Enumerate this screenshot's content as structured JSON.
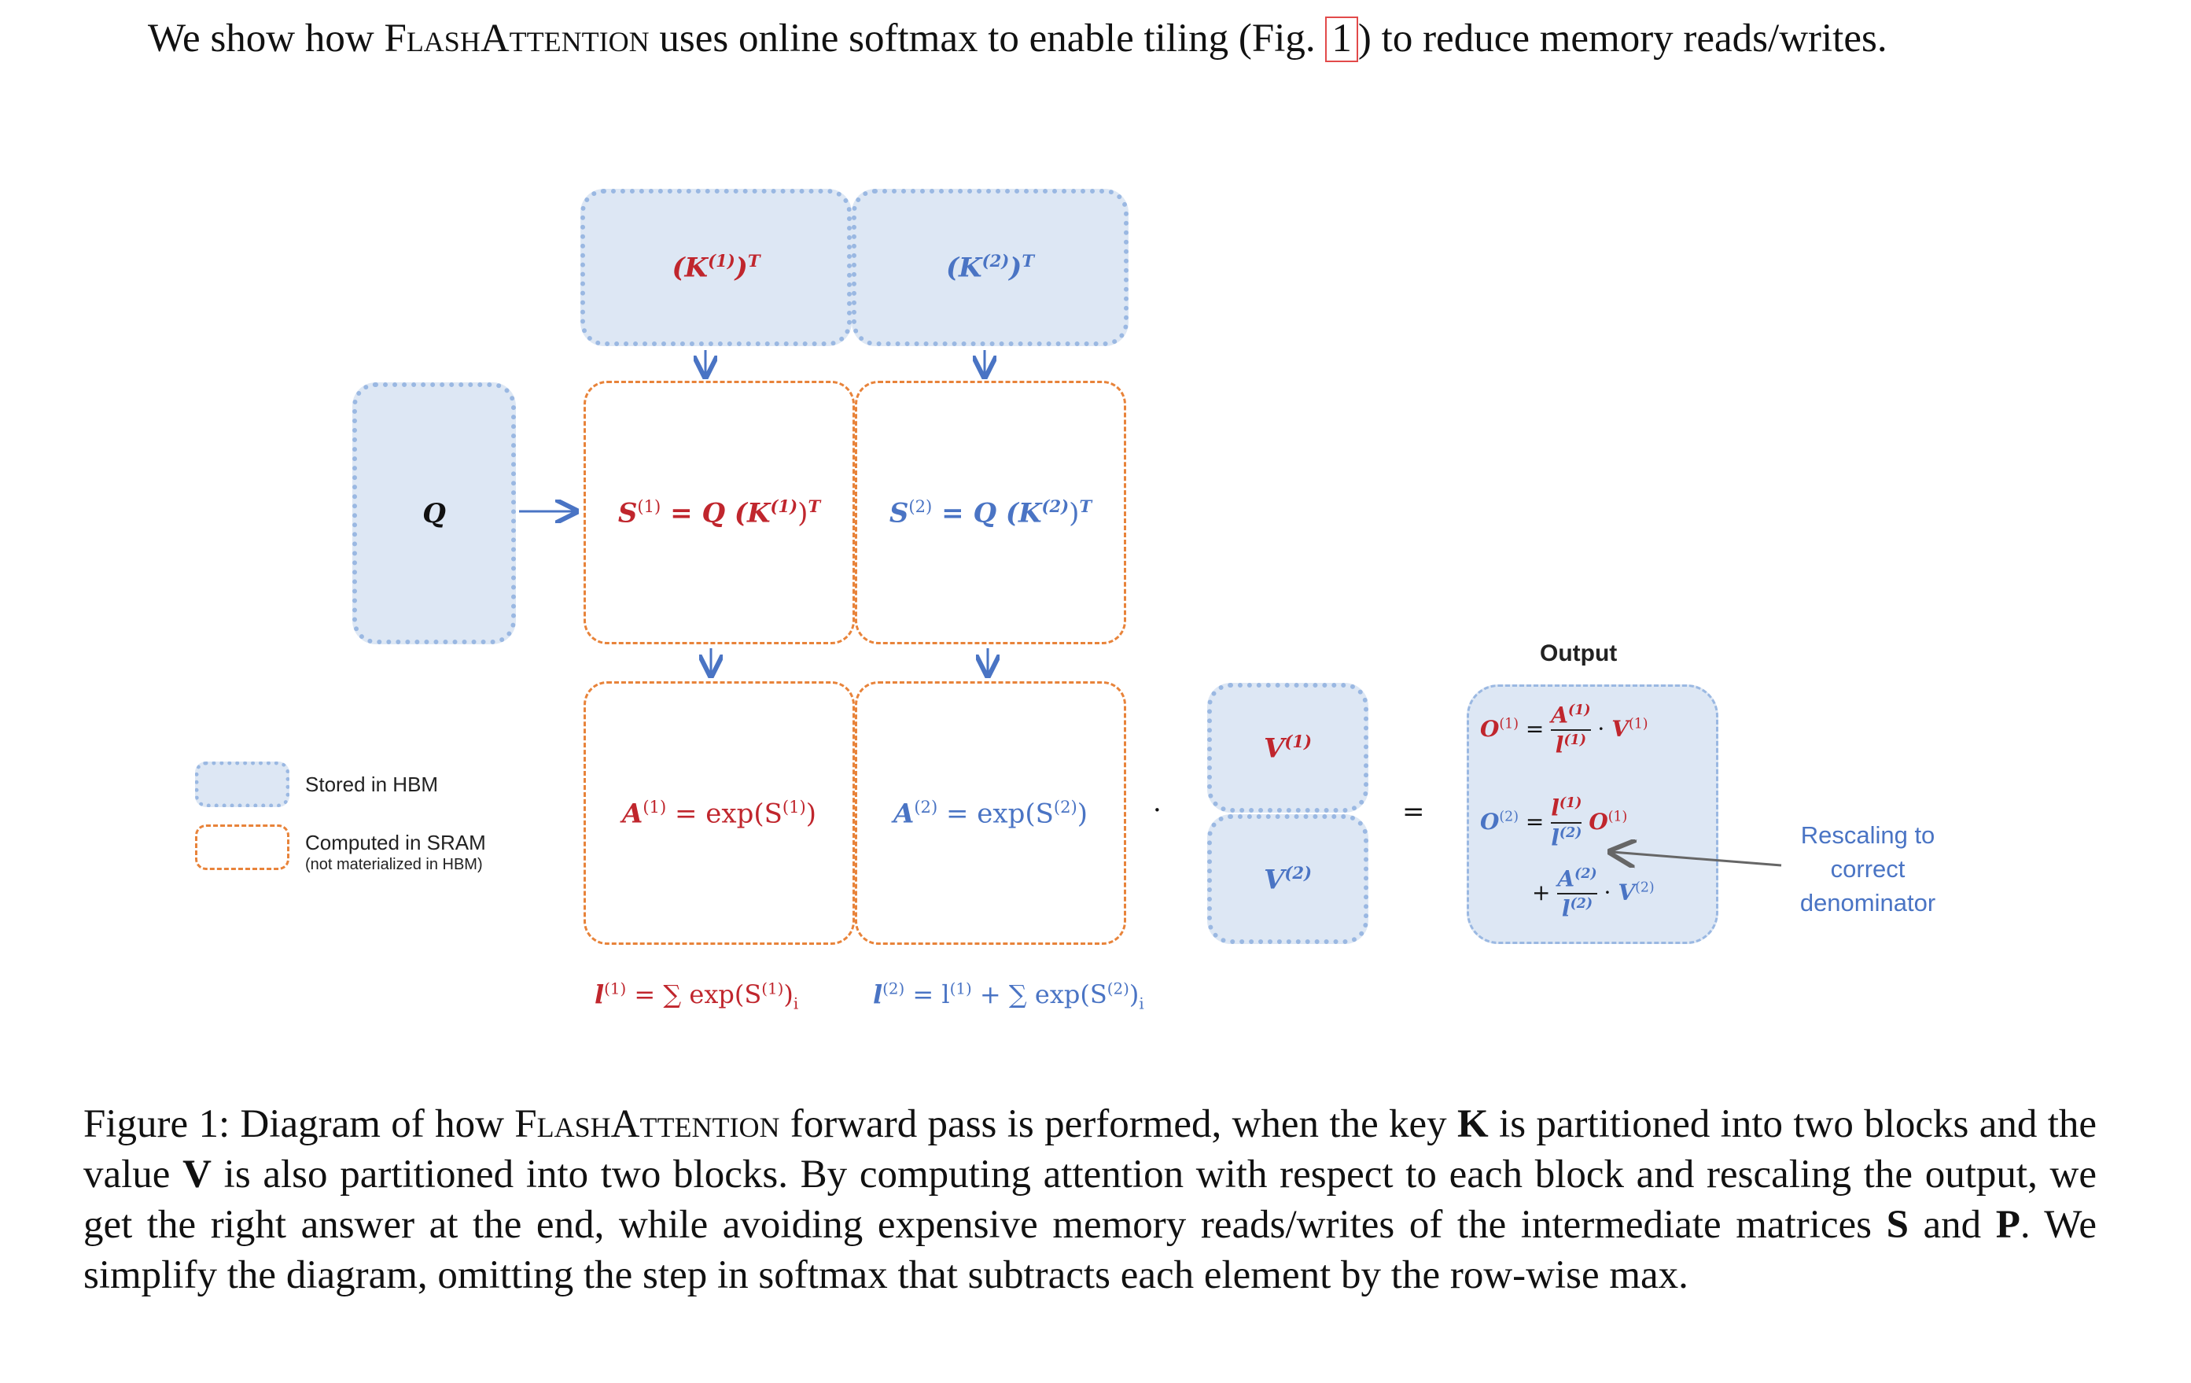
{
  "intro": {
    "before": "We show how ",
    "flash": "FlashAttention",
    "middle": " uses online softmax to enable tiling (Fig. ",
    "ref": "1",
    "after": ") to reduce memory reads/writes."
  },
  "diagram": {
    "kt1": "(K",
    "kt1_sup": "(1)",
    "kt_T": "T",
    "kt2": "(K",
    "kt2_sup": "(2)",
    "q": "Q",
    "s1_lhs": "S",
    "s1_sup": "(1)",
    "s1_rhs": " = Q (K",
    "s1_rhs_sup": "(1)",
    "s2_lhs": "S",
    "s2_sup": "(2)",
    "s2_rhs": " = Q (K",
    "s2_rhs_sup": "(2)",
    "a1_lhs": "A",
    "a1_sup": "(1)",
    "a1_rhs": " = exp(S",
    "a1_rhs_sup": "(1)",
    "a2_lhs": "A",
    "a2_sup": "(2)",
    "a2_rhs": " = exp(S",
    "a2_rhs_sup": "(2)",
    "v1": "V",
    "v1_sup": "(1)",
    "v2": "V",
    "v2_sup": "(2)",
    "dot": "·",
    "equals": "=",
    "output_title": "Output",
    "o1": "O",
    "o1_sup": "(1)",
    "o2": "O",
    "o2_sup": "(2)",
    "l1_formula": "l",
    "l1_formula_sup": "(1)",
    "l1_rhs": " = ∑ exp(S",
    "l2_formula": "l",
    "l2_formula_sup": "(2)",
    "l2_rhs": " = l",
    "l2_rhs_sup": "(1)",
    "l2_rhs_tail": " + ∑ exp(S",
    "sum_index": "i",
    "rescale_note": [
      "Rescaling to",
      "correct",
      "denominator"
    ]
  },
  "legend": {
    "hbm_label": "Stored in HBM",
    "sram_label": "Computed in SRAM",
    "sram_sub": "(not materialized in HBM)"
  },
  "caption": {
    "prefix": "Figure 1: Diagram of how ",
    "flash": "FlashAttention",
    "p1": " forward pass is performed, when the key ",
    "k": "K",
    "p2": " is partitioned into two blocks and the value ",
    "v": "V",
    "p3": " is also partitioned into two blocks. By computing attention with respect to each block and rescaling the output, we get the right answer at the end, while avoiding expensive memory reads/writes of the intermediate matrices ",
    "s": "S",
    "and": " and ",
    "p": "P",
    "p4": ". We simplify the diagram, omitting the step in softmax that subtracts each element by the row-wise max."
  },
  "colors": {
    "hbm_fill": "#dde7f4",
    "hbm_border": "#9ab8e2",
    "sram_border": "#e8833a",
    "red": "#c0262d",
    "blue": "#4a74c4"
  }
}
